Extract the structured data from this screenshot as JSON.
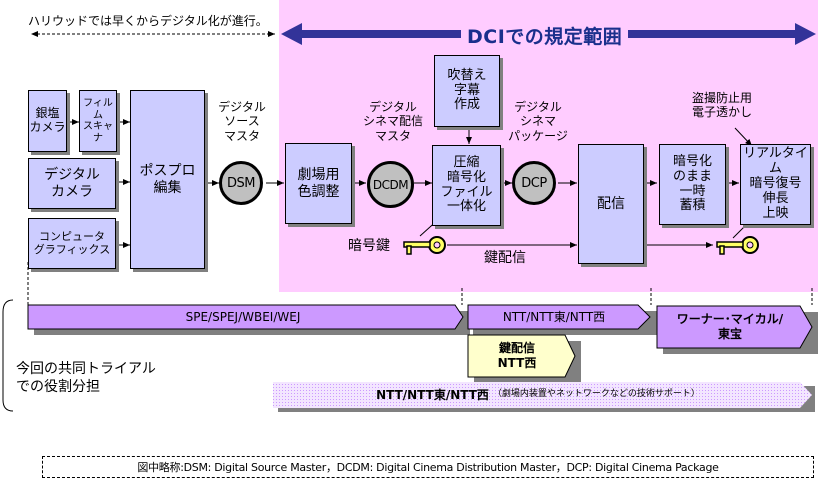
{
  "header": {
    "hollywood_note": "ハリウッドでは早くからデジタル化が進行。",
    "dci_scope_title": "DCIでの規定範囲"
  },
  "colors": {
    "dci_region": "#ffccff",
    "process_box": "#ccccff",
    "arrow_blue": "#333399",
    "role_purple": "#cc99ff",
    "role_yellow": "#ffffcc",
    "master_circle": "#c0c0c0"
  },
  "sources": [
    {
      "id": "silver-halide-camera",
      "label": "銀塩\nカメラ"
    },
    {
      "id": "film-scanner",
      "label": "フィルム\nスキャナ"
    },
    {
      "id": "digital-camera",
      "label": "デジタル\nカメラ"
    },
    {
      "id": "computer-graphics",
      "label": "コンピュータ\nグラフィックス"
    }
  ],
  "process": {
    "postpro": "ポスプロ\n編集",
    "color_grading": "劇場用\n色調整",
    "dubbing_subtitles": "吹替え\n字幕\n作成",
    "compress_encrypt": "圧縮\n暗号化\nファイル\n一体化",
    "distribution": "配信",
    "store_encrypted": "暗号化\nのまま\n一時\n蓄積",
    "realtime_playback": "リアルタイム\n暗号復号\n伸長\n上映"
  },
  "masters": {
    "dsm": {
      "abbr": "DSM",
      "caption": "デジタル\nソース\nマスタ"
    },
    "dcdm": {
      "abbr": "DCDM",
      "caption": "デジタル\nシネマ配信\nマスタ"
    },
    "dcp": {
      "abbr": "DCP",
      "caption": "デジタル\nシネマ\nパッケージ"
    }
  },
  "annotations": {
    "encryption_key": "暗号鍵",
    "key_delivery": "鍵配信",
    "watermark": "盗撮防止用\n電子透かし"
  },
  "roles": {
    "section_label": "今回の共同トライアル\nでの役割分担",
    "studios": "SPE/SPEJ/WBEI/WEJ",
    "ntt": "NTT/NTT東/NTT西",
    "theaters": "ワーナー･マイカル/\n東宝",
    "key_delivery": "鍵配信\nNTT西",
    "tech_support_main": "NTT/NTT東/NTT西",
    "tech_support_note": "（劇場内装置やネットワークなどの技術サポート）"
  },
  "footnote": "図中略称:DSM: Digital Source Master，DCDM: Digital Cinema Distribution Master，DCP: Digital Cinema Package"
}
